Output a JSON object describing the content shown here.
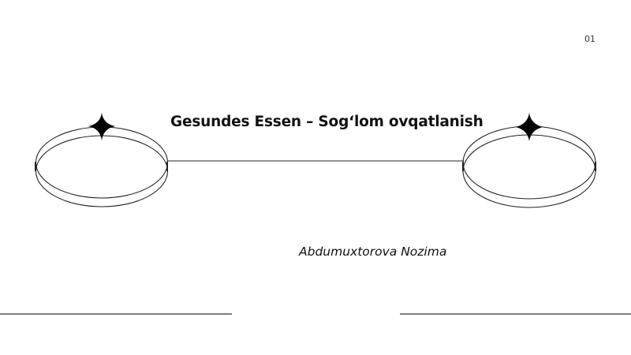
{
  "slide": {
    "page_number": "01",
    "title": "Gesundes Essen – Sog‘lom ovqatlanish",
    "author": "Abdumuxtorova Nozima"
  },
  "colors": {
    "background": "#ffffff",
    "text": "#111111",
    "line": "#222222"
  },
  "icons": [
    "four-point-star-icon",
    "four-point-star-icon"
  ]
}
